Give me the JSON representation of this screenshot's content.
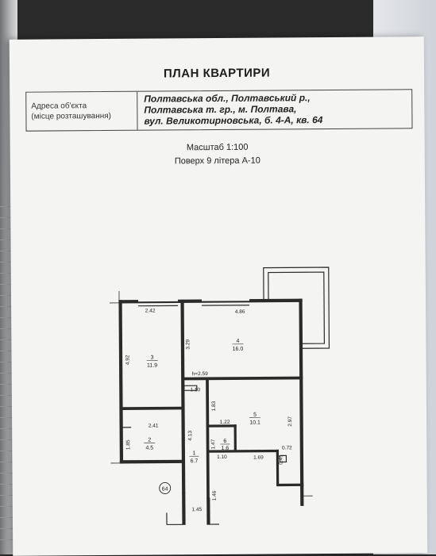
{
  "document": {
    "title": "ПЛАН КВАРТИРИ",
    "address_label_line1": "Адреса об'єкта",
    "address_label_line2": "(місце розташування)",
    "address_lines": [
      "Полтавська обл., Полтавський р.,",
      "Полтавська т. гр., м. Полтава,",
      "вул. Великотирновська, б. 4-А, кв. 64"
    ],
    "scale": "Масштаб 1:100",
    "floor": "Поверх 9 літера А-10"
  },
  "plan": {
    "dimensions": {
      "d242": "2.42",
      "d486": "4.86",
      "d329": "3.29",
      "d492": "4.92",
      "h259": "h=2.59",
      "d110a": "1.10",
      "d183": "1.83",
      "d122": "1.22",
      "d297": "2.97",
      "d241": "2.41",
      "d185": "1.85",
      "d413": "4.13",
      "d147": "1.47",
      "d110b": "1.10",
      "d169": "1.69",
      "d072": "0.72",
      "d041": "0.41",
      "d146": "1.46",
      "d145": "1.45"
    },
    "rooms": {
      "r1_num": "1",
      "r1_area": "6.7",
      "r2_num": "2",
      "r2_area": "4.5",
      "r3_num": "3",
      "r3_area": "11.9",
      "r4_num": "4",
      "r4_area": "16.0",
      "r5_num": "5",
      "r5_area": "10.1",
      "r6_num": "6",
      "r6_area": "1.6"
    },
    "apartment_number": "64"
  }
}
